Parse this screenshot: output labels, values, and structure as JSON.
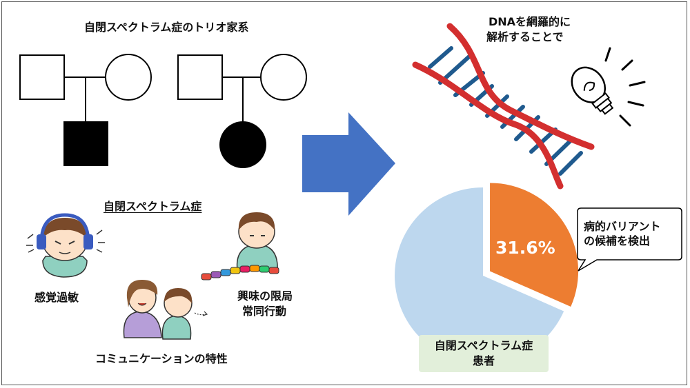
{
  "pedigree": {
    "title": "自閉スペクトラム症のトリオ家系"
  },
  "traits": {
    "title": "自閉スペクトラム症",
    "sensory_label": "感覚過敏",
    "interest_label_line1": "興味の限局",
    "interest_label_line2": "常同行動",
    "communication_label": "コミュニケーションの特性"
  },
  "dna": {
    "caption_line1": "DNAを網羅的に",
    "caption_line2": "解析することで"
  },
  "chart_data": {
    "type": "pie",
    "slices": [
      {
        "label": "病的バリアントの候補を検出",
        "value": 31.6,
        "display": "31.6%",
        "color": "#ed7d31",
        "exploded": true
      },
      {
        "label": "",
        "value": 68.4,
        "color": "#bdd7ee",
        "exploded": false
      }
    ],
    "callout_line1": "病的バリアント",
    "callout_line2": "の候補を検出",
    "patient_line1": "自閉スペクトラム症",
    "patient_line2": "患者"
  },
  "colors": {
    "arrow": "#4472c4",
    "dna_red": "#d32f2f",
    "dna_blue": "#1f5a8e",
    "pie_orange": "#ed7d31",
    "pie_blue": "#bdd7ee",
    "patient_box": "#e2efda"
  }
}
